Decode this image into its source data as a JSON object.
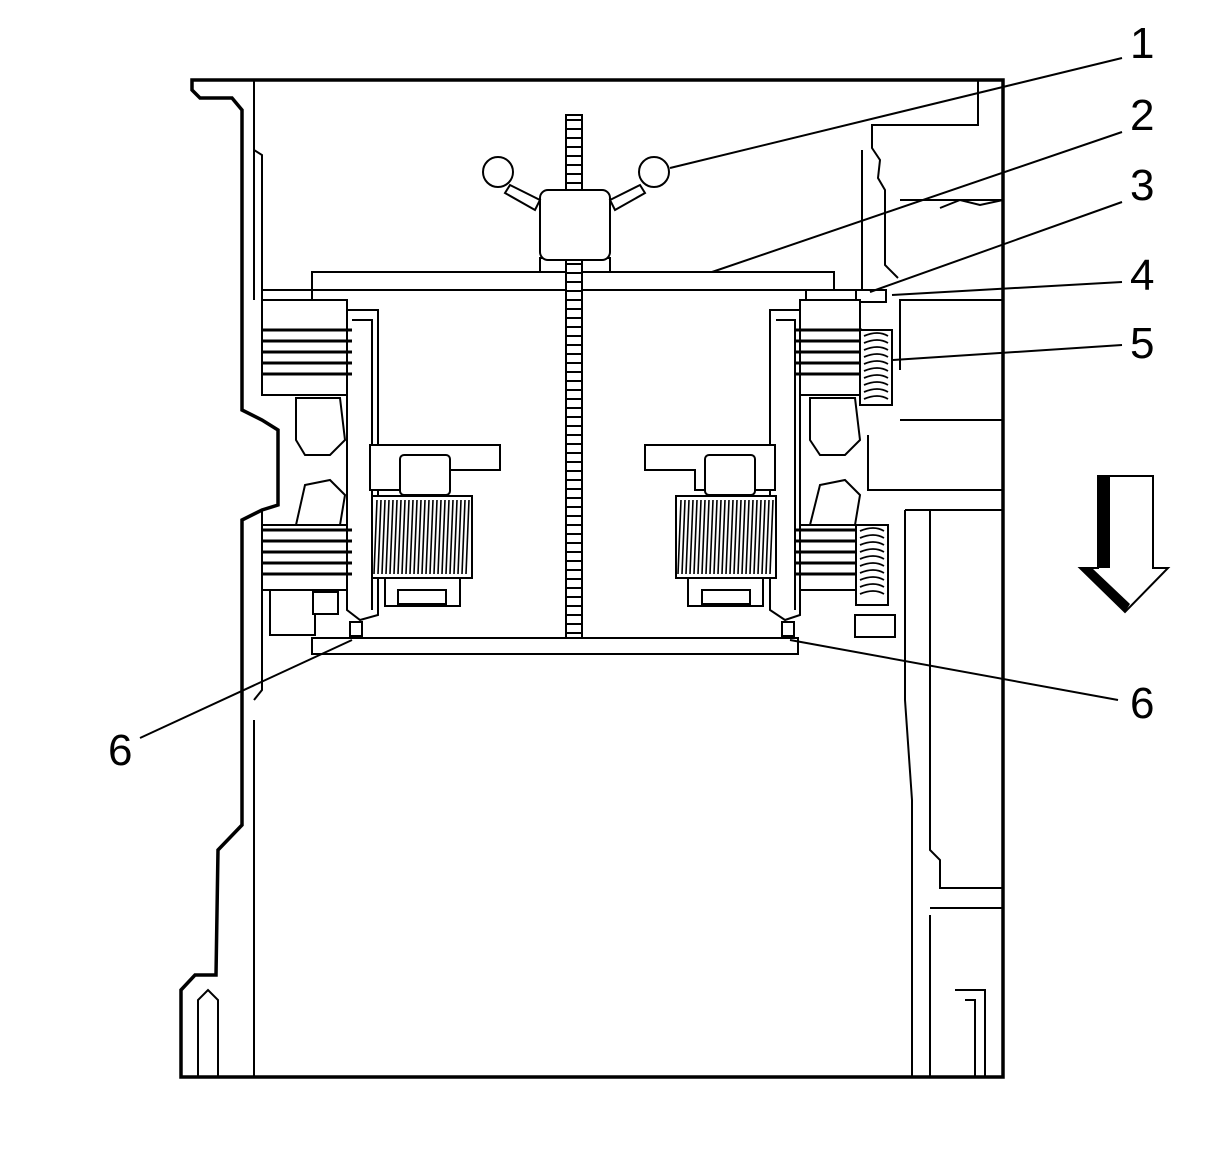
{
  "callouts": {
    "c1": "1",
    "c2": "2",
    "c3": "3",
    "c4": "4",
    "c5": "5",
    "c6_left": "6",
    "c6_right": "6"
  },
  "arrow": {
    "direction": "down",
    "icon": "down-arrow-icon"
  },
  "colors": {
    "line": "#000000",
    "background": "#ffffff"
  }
}
